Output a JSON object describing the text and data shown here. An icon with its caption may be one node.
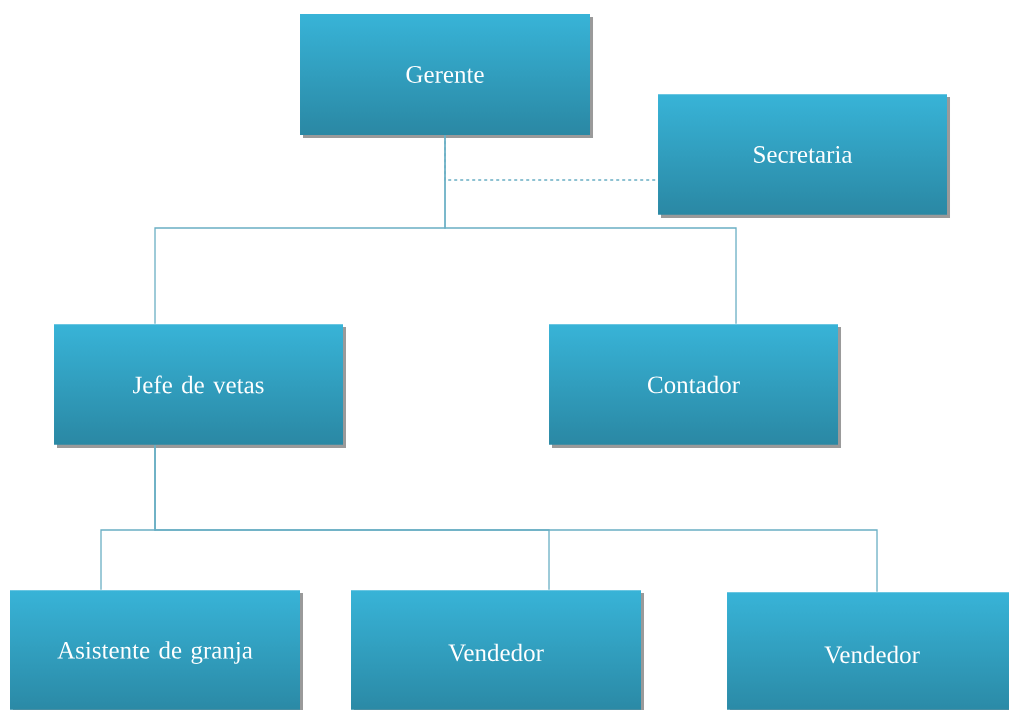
{
  "diagram": {
    "nodes": [
      {
        "text": [
          "Gerente"
        ]
      },
      {
        "text": [
          "Secretaria"
        ]
      },
      {
        "text": [
          "Jefe de vetas"
        ]
      },
      {
        "text": [
          "Contador"
        ]
      },
      {
        "text": [
          "Asistente de granja"
        ]
      },
      {
        "text": [
          "Vendedor"
        ]
      },
      {
        "text": [
          "Vendedor"
        ]
      }
    ],
    "edges": [
      {
        "from": 0,
        "to": 1,
        "arrow": "none",
        "style": "dashed"
      },
      {
        "from": 0,
        "to": 2,
        "arrow": "none"
      },
      {
        "from": 0,
        "to": 3,
        "arrow": "none"
      },
      {
        "from": 2,
        "to": 4,
        "arrow": "none"
      },
      {
        "from": 2,
        "to": 5,
        "arrow": "none"
      },
      {
        "from": 2,
        "to": 6,
        "arrow": "none"
      }
    ]
  }
}
